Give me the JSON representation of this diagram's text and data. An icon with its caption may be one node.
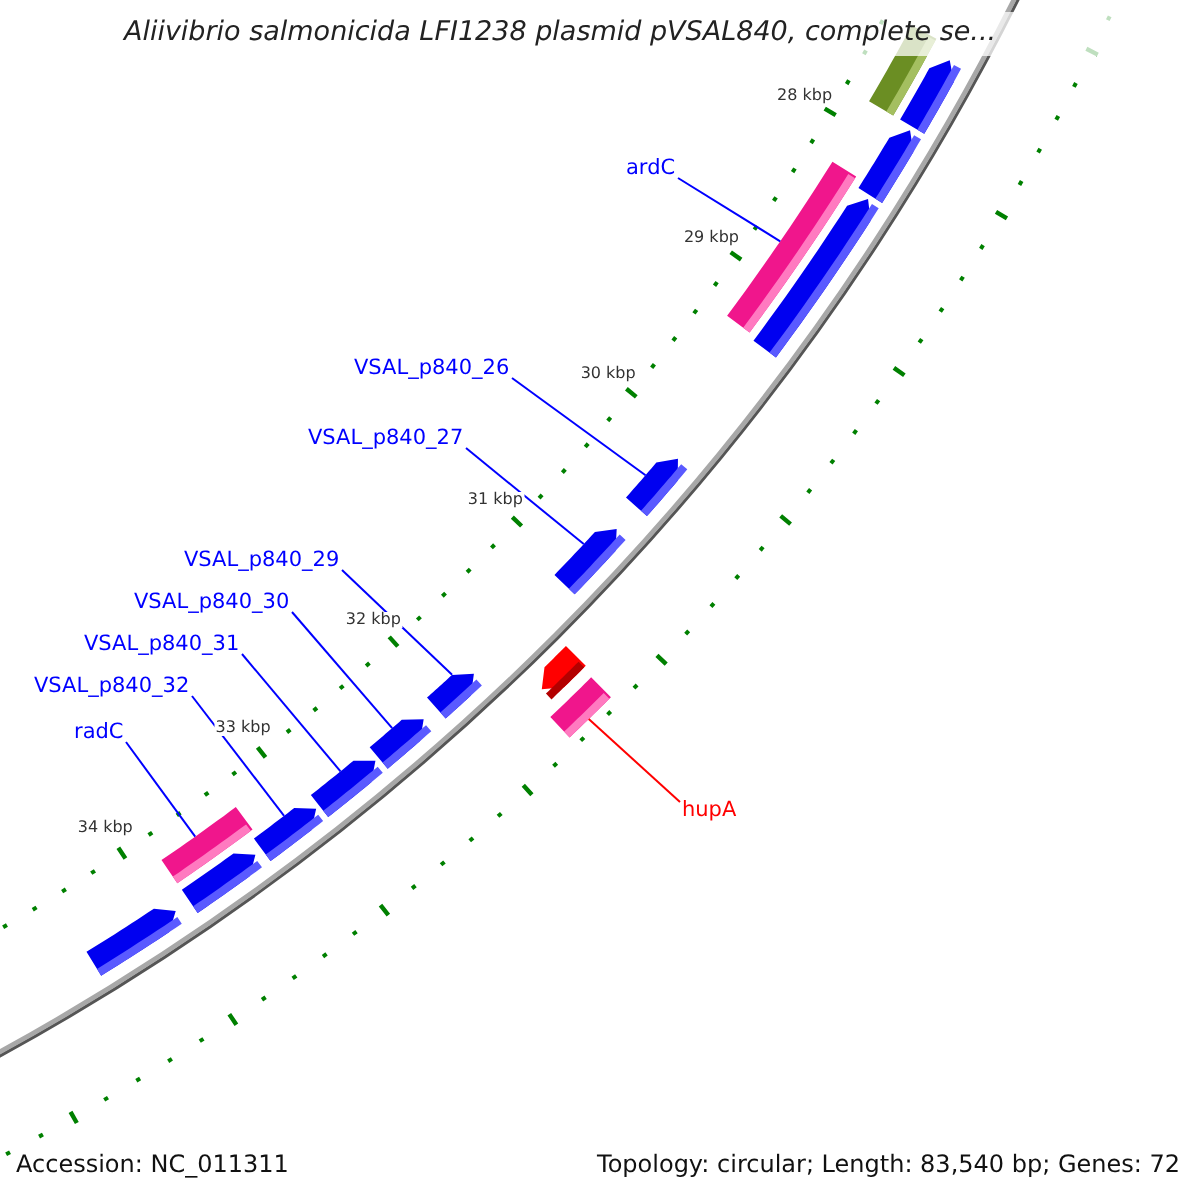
{
  "diagram": {
    "title": "Aliivibrio salmonicida LFI1238 plasmid pVSAL840, complete se...",
    "nodes": [
      {
        "text": [
          "ardC"
        ]
      },
      {
        "text": [
          "VSAL_p840_26"
        ]
      },
      {
        "text": [
          "VSAL_p840_27"
        ]
      },
      {
        "text": [
          "VSAL_p840_29"
        ]
      },
      {
        "text": [
          "VSAL_p840_30"
        ]
      },
      {
        "text": [
          "VSAL_p840_31"
        ]
      },
      {
        "text": [
          "VSAL_p840_32"
        ]
      },
      {
        "text": [
          "radC"
        ]
      },
      {
        "text": [
          "hupA"
        ]
      },
      {
        "text": [],
        "shape": "bar"
      },
      {
        "text": [],
        "shape": "arrow"
      },
      {
        "text": [],
        "shape": "arrow"
      },
      {
        "text": [],
        "shape": "bar"
      },
      {
        "text": [],
        "shape": "arrow"
      },
      {
        "text": [],
        "shape": "arrow"
      },
      {
        "text": [],
        "shape": "arrow"
      },
      {
        "text": [],
        "shape": "arrow"
      },
      {
        "text": [],
        "shape": "bar"
      },
      {
        "text": [],
        "shape": "arrow"
      },
      {
        "text": [],
        "shape": "arrow"
      },
      {
        "text": [],
        "shape": "arrow"
      },
      {
        "text": [],
        "shape": "arrow"
      },
      {
        "text": [],
        "shape": "bar"
      },
      {
        "text": [],
        "shape": "arrow"
      },
      {
        "text": [],
        "shape": "arrow"
      }
    ],
    "edges": [
      {
        "from": 0,
        "to": 12,
        "arrow": "none"
      },
      {
        "from": 1,
        "to": 14,
        "arrow": "none"
      },
      {
        "from": 2,
        "to": 15,
        "arrow": "none"
      },
      {
        "from": 3,
        "to": 18,
        "arrow": "none"
      },
      {
        "from": 4,
        "to": 19,
        "arrow": "none"
      },
      {
        "from": 5,
        "to": 20,
        "arrow": "none"
      },
      {
        "from": 6,
        "to": 21,
        "arrow": "none"
      },
      {
        "from": 7,
        "to": 22,
        "arrow": "none"
      },
      {
        "from": 8,
        "to": 17,
        "arrow": "none",
        "color": "#ff0000"
      }
    ],
    "labels": [
      "28 kbp",
      "29 kbp",
      "30 kbp",
      "31 kbp",
      "32 kbp",
      "33 kbp",
      "34 kbp",
      "Accession: NC_011311",
      "Topology: circular; Length: 83,540 bp; Genes: 72"
    ]
  }
}
